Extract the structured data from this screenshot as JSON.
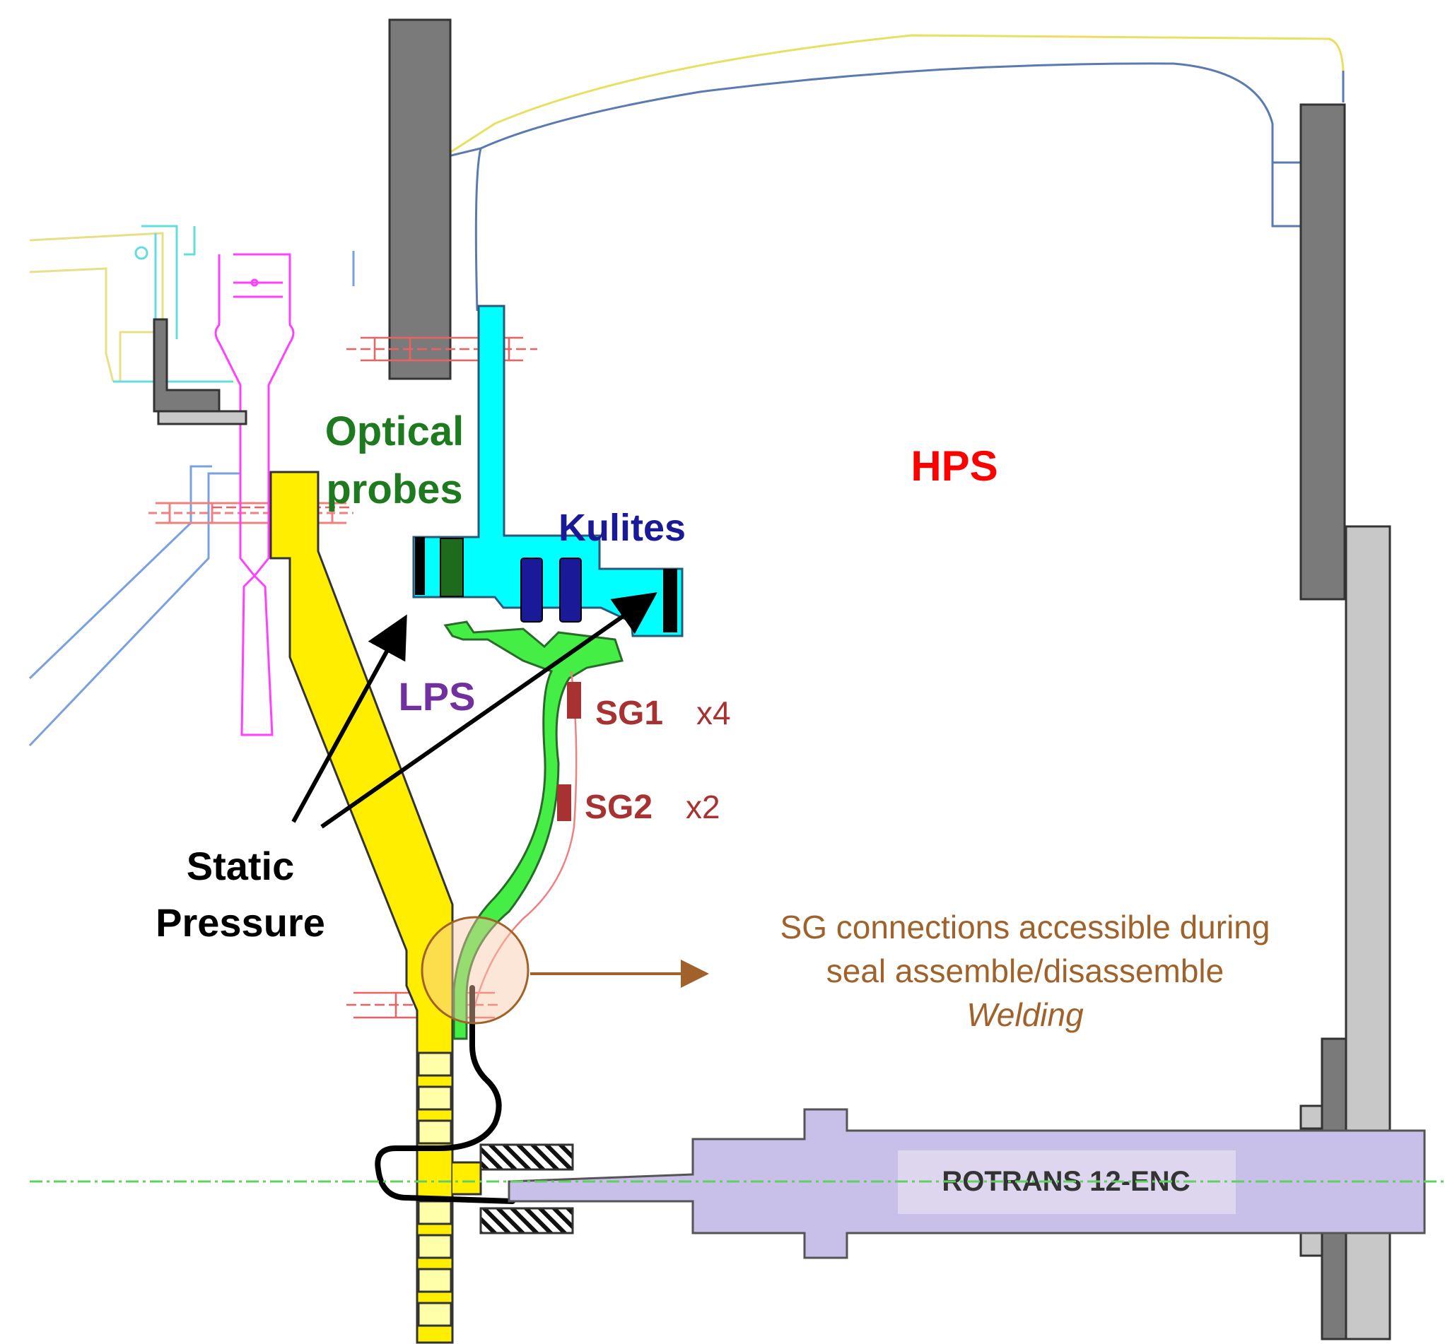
{
  "labels": {
    "optical_line1": "Optical",
    "optical_line2": "probes",
    "kulites": "Kulites",
    "hps": "HPS",
    "lps": "LPS",
    "sg1": "SG1",
    "sg1_count": "x4",
    "sg2": "SG2",
    "sg2_count": "x2",
    "static_line1": "Static",
    "static_line2": "Pressure",
    "sg_note_line1": "SG connections accessible during",
    "sg_note_line2": "seal assemble/disassemble",
    "sg_note_line3": "Welding",
    "rotrans": "ROTRANS 12-ENC"
  },
  "colors": {
    "optical": "#1e7a1e",
    "kulites": "#1a1a99",
    "hps": "#ff0000",
    "lps": "#7030a0",
    "strain_gauge": "#a83232",
    "static_pressure": "#000000",
    "note": "#a0622a",
    "yellow_part": "#ffee00",
    "cyan_part": "#00ffff",
    "green_seal": "#44ee44",
    "rotrans_body": "#c8c0e8",
    "frame_gray": "#7a7a7a",
    "rail_gray": "#c8c8c8"
  }
}
